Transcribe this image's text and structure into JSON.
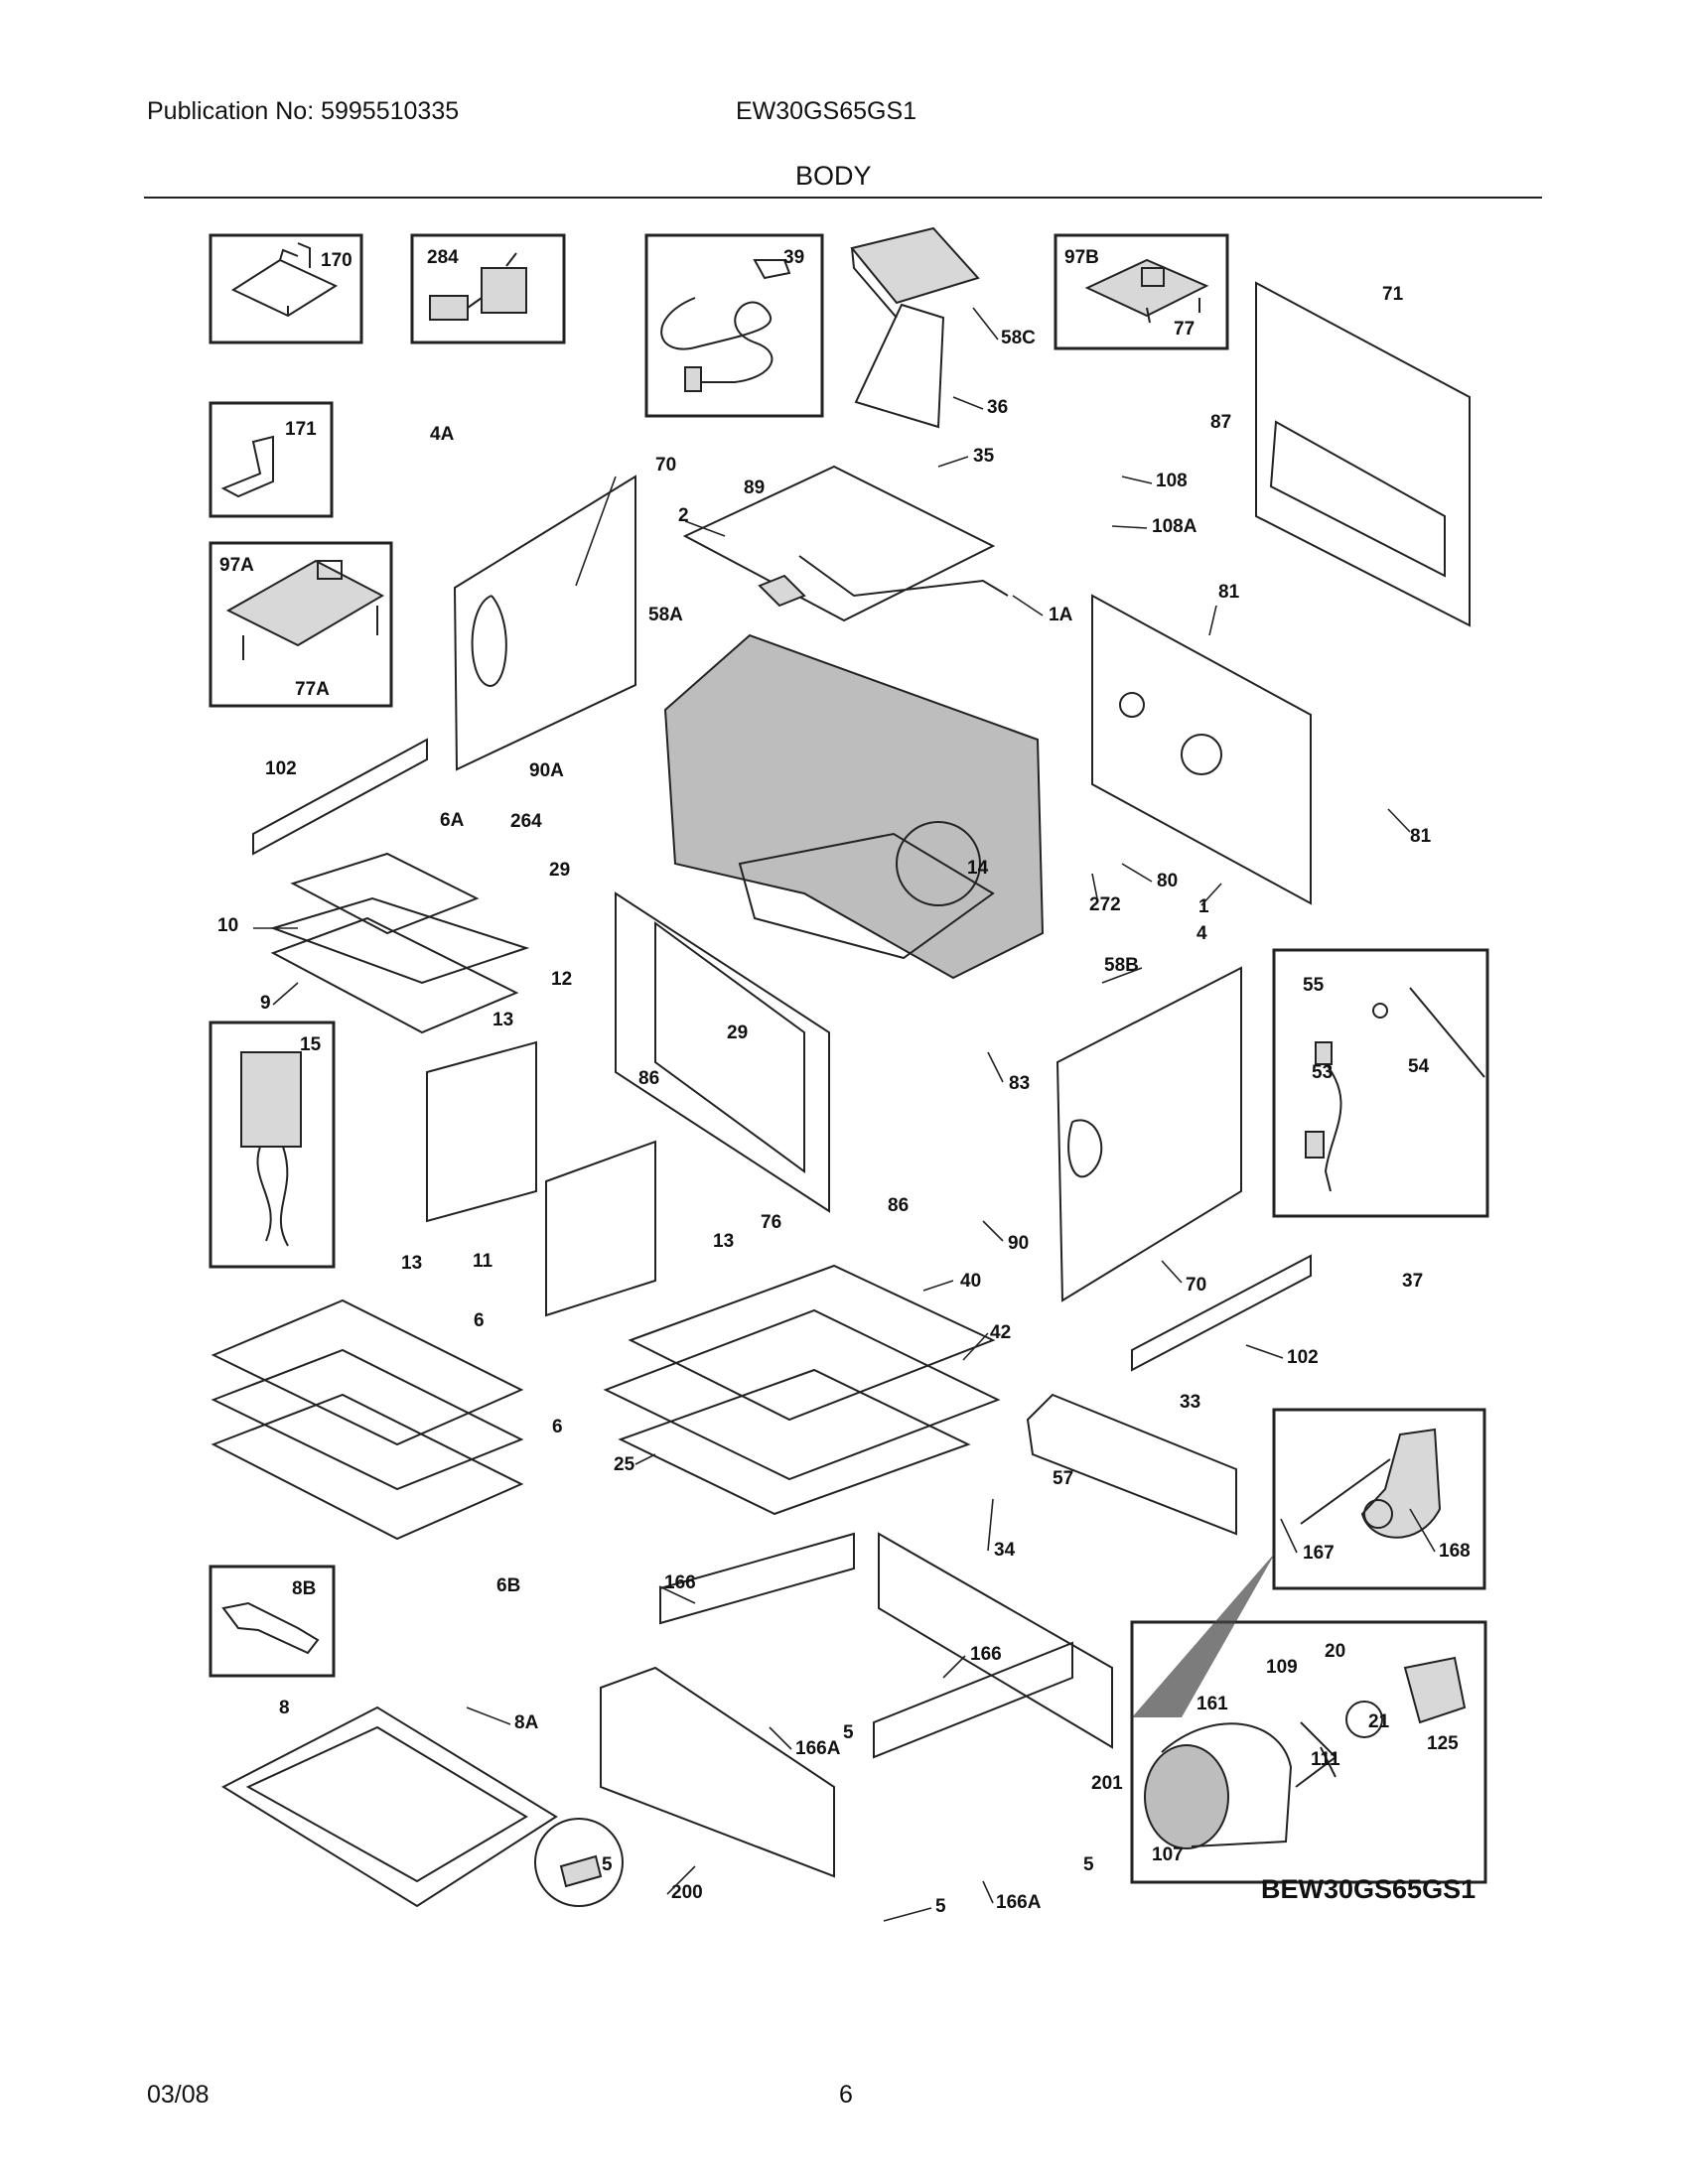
{
  "header": {
    "publication": "Publication No: 5995510335",
    "model": "EW30GS65GS1",
    "section": "BODY"
  },
  "diagram": {
    "parts": [
      {
        "id": "170"
      },
      {
        "id": "284"
      },
      {
        "id": "39"
      },
      {
        "id": "58C"
      },
      {
        "id": "97B"
      },
      {
        "id": "77"
      },
      {
        "id": "71"
      },
      {
        "id": "36"
      },
      {
        "id": "171"
      },
      {
        "id": "4A"
      },
      {
        "id": "70"
      },
      {
        "id": "35"
      },
      {
        "id": "87"
      },
      {
        "id": "108"
      },
      {
        "id": "89"
      },
      {
        "id": "2"
      },
      {
        "id": "108A"
      },
      {
        "id": "97A"
      },
      {
        "id": "1A"
      },
      {
        "id": "81"
      },
      {
        "id": "77A"
      },
      {
        "id": "58A"
      },
      {
        "id": "102"
      },
      {
        "id": "90A"
      },
      {
        "id": "264"
      },
      {
        "id": "6A"
      },
      {
        "id": "29"
      },
      {
        "id": "14"
      },
      {
        "id": "80"
      },
      {
        "id": "272"
      },
      {
        "id": "1"
      },
      {
        "id": "10"
      },
      {
        "id": "12"
      },
      {
        "id": "9"
      },
      {
        "id": "4"
      },
      {
        "id": "58B"
      },
      {
        "id": "55"
      },
      {
        "id": "54"
      },
      {
        "id": "15"
      },
      {
        "id": "13"
      },
      {
        "id": "86"
      },
      {
        "id": "53"
      },
      {
        "id": "83"
      },
      {
        "id": "76"
      },
      {
        "id": "11"
      },
      {
        "id": "90"
      },
      {
        "id": "40"
      },
      {
        "id": "37"
      },
      {
        "id": "6"
      },
      {
        "id": "42"
      },
      {
        "id": "25"
      },
      {
        "id": "33"
      },
      {
        "id": "57"
      },
      {
        "id": "6B"
      },
      {
        "id": "34"
      },
      {
        "id": "167"
      },
      {
        "id": "168"
      },
      {
        "id": "8B"
      },
      {
        "id": "166"
      },
      {
        "id": "8"
      },
      {
        "id": "8A"
      },
      {
        "id": "166A"
      },
      {
        "id": "5"
      },
      {
        "id": "20"
      },
      {
        "id": "109"
      },
      {
        "id": "161"
      },
      {
        "id": "21"
      },
      {
        "id": "125"
      },
      {
        "id": "111"
      },
      {
        "id": "201"
      },
      {
        "id": "107"
      },
      {
        "id": "200"
      }
    ],
    "drawing_code": "BEW30GS65GS1"
  },
  "footer": {
    "date": "03/08",
    "page": "6"
  }
}
